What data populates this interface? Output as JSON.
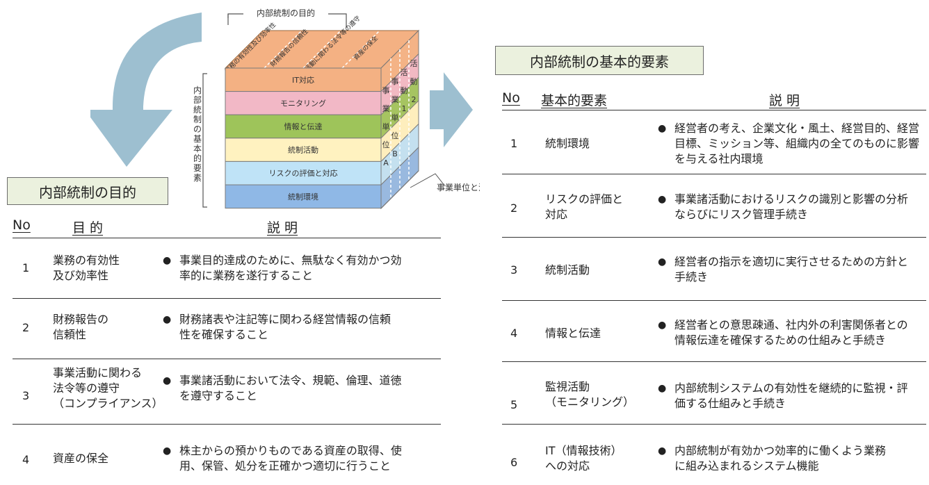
{
  "diagram": {
    "top_bracket_label": "内部統制の目的",
    "left_bracket_label": "内部統制の基本的要素",
    "right_label": "事業単位と活動",
    "top_faces": [
      "業務の有効性及び効率性",
      "財務報告の信頼性",
      "事業活動に関わる法令等の遵守",
      "資産の保全"
    ],
    "layers": [
      {
        "label": "IT対応",
        "color": "#f4b183"
      },
      {
        "label": "モニタリング",
        "color": "#f2b8c6"
      },
      {
        "label": "情報と伝達",
        "color": "#9ec45a"
      },
      {
        "label": "統制活動",
        "color": "#fff2c0"
      },
      {
        "label": "リスクの評価と対応",
        "color": "#bfe3f7"
      },
      {
        "label": "統制環境",
        "color": "#8fb8e6"
      }
    ],
    "side_labels": [
      "事業単位A",
      "事業単位B",
      "活動1",
      "活動2"
    ],
    "arrow_color": "#9dbfd0"
  },
  "left": {
    "title": "内部統制の目的",
    "headers": {
      "no": "No",
      "item": "目 的",
      "desc": "説 明"
    },
    "rows": [
      {
        "no": "1",
        "item": [
          "業務の有効性",
          "及び効率性"
        ],
        "desc": [
          "事業目的達成のために、無駄なく有効かつ効",
          "率的に業務を遂行すること"
        ]
      },
      {
        "no": "2",
        "item": [
          "財務報告の",
          "信頼性"
        ],
        "desc": [
          "財務諸表や注記等に関わる経営情報の信頼",
          "性を確保すること"
        ]
      },
      {
        "no": "3",
        "item": [
          "事業活動に関わる",
          "法令等の遵守",
          "（コンプライアンス）"
        ],
        "desc": [
          "事業諸活動において法令、規範、倫理、道徳",
          "を遵守すること"
        ]
      },
      {
        "no": "4",
        "item": [
          "資産の保全"
        ],
        "desc": [
          "株主からの預かりものである資産の取得、使",
          "用、保管、処分を正確かつ適切に行うこと"
        ]
      }
    ]
  },
  "right": {
    "title": "内部統制の基本的要素",
    "headers": {
      "no": "No",
      "item": "基本的要素",
      "desc": "説 明"
    },
    "rows": [
      {
        "no": "1",
        "item": [
          "統制環境"
        ],
        "desc": [
          "経営者の考え、企業文化・風土、経営目的、経営",
          "目標、ミッション等、組織内の全てのものに影響",
          "を与える社内環境"
        ]
      },
      {
        "no": "2",
        "item": [
          "リスクの評価と",
          "対応"
        ],
        "desc": [
          "事業諸活動におけるリスクの識別と影響の分析",
          "ならびにリスク管理手続き"
        ]
      },
      {
        "no": "3",
        "item": [
          "統制活動"
        ],
        "desc": [
          "経営者の指示を適切に実行させるための方針と",
          "手続き"
        ]
      },
      {
        "no": "4",
        "item": [
          "情報と伝達"
        ],
        "desc": [
          "経営者との意思疎通、社内外の利害関係者との",
          "情報伝達を確保するための仕組みと手続き"
        ]
      },
      {
        "no": "5",
        "item": [
          "監視活動",
          "（モニタリング）"
        ],
        "desc": [
          "内部統制システムの有効性を継続的に監視・評",
          "価する仕組みと手続き"
        ]
      },
      {
        "no": "6",
        "item": [
          "IT（情報技術）",
          "への対応"
        ],
        "desc": [
          "内部統制が有効かつ効率的に働くよう業務",
          "に組み込まれるシステム機能"
        ]
      }
    ]
  }
}
